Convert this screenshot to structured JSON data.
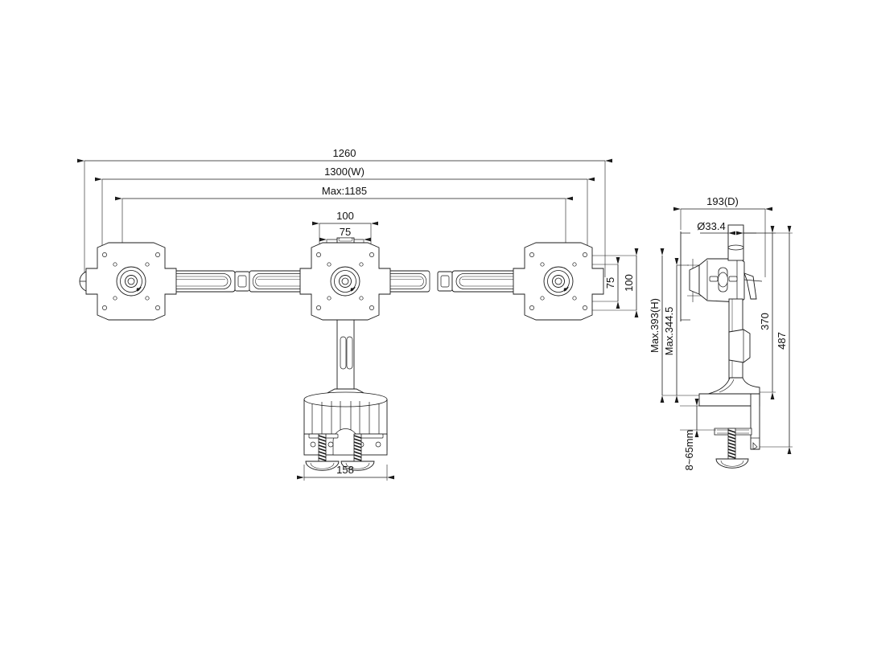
{
  "drawing": {
    "title": "Triple monitor desk mount technical drawing",
    "type": "engineering-dimension-drawing",
    "units": "mm",
    "background_color": "#ffffff",
    "line_color": "#1a1a1a",
    "views": [
      {
        "name": "front-view",
        "label": ""
      },
      {
        "name": "side-view",
        "label": ""
      },
      {
        "name": "clamp-detail-view",
        "label": ""
      }
    ]
  },
  "dimensions": {
    "front": {
      "overall_outer": "1260",
      "overall_width": "1300(W)",
      "max_span": "Max:1185",
      "vesa_width_100": "100",
      "vesa_width_75": "75",
      "vesa_height_75": "75",
      "vesa_height_100": "100",
      "clamp_width": "158"
    },
    "side": {
      "depth": "193(D)",
      "pole_diameter": "Ø33.4",
      "max_height_h": "Max.393(H)",
      "max_height_2": "Max.344.5",
      "pole_height": "370",
      "total_height": "487",
      "desk_thickness": "8~65mm"
    }
  }
}
